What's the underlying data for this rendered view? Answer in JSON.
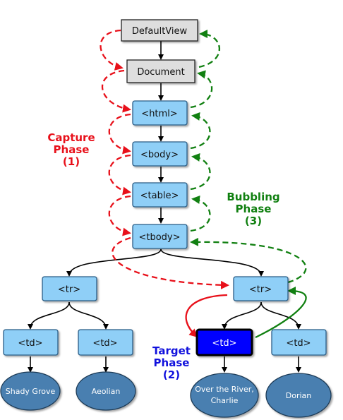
{
  "nodes": {
    "defaultview": "DefaultView",
    "document": "Document",
    "html": "<html>",
    "body": "<body>",
    "table": "<table>",
    "tbody": "<tbody>",
    "tr_left": "<tr>",
    "tr_right": "<tr>",
    "td_1": "<td>",
    "td_2": "<td>",
    "td_target": "<td>",
    "td_4": "<td>"
  },
  "leaves": {
    "leaf_1": "Shady Grove",
    "leaf_2": "Aeolian",
    "leaf_3_line1": "Over the River,",
    "leaf_3_line2": "Charlie",
    "leaf_4": "Dorian"
  },
  "phases": {
    "capture": {
      "line1": "Capture",
      "line2": "Phase",
      "line3": "(1)",
      "color": "#e8101a"
    },
    "bubbling": {
      "line1": "Bubbling",
      "line2": "Phase",
      "line3": "(3)",
      "color": "#118011"
    },
    "target": {
      "line1": "Target",
      "line2": "Phase",
      "line3": "(2)",
      "color": "#1111dd"
    }
  },
  "colors": {
    "doc_node_fill": "#dedede",
    "element_fill": "#8fcff7",
    "element_stroke": "#2a5d86",
    "target_fill": "#0000ff",
    "leaf_fill": "#4a7fb0",
    "capture_arrow": "#e8101a",
    "bubble_arrow": "#118011",
    "tree_line": "#000000"
  }
}
